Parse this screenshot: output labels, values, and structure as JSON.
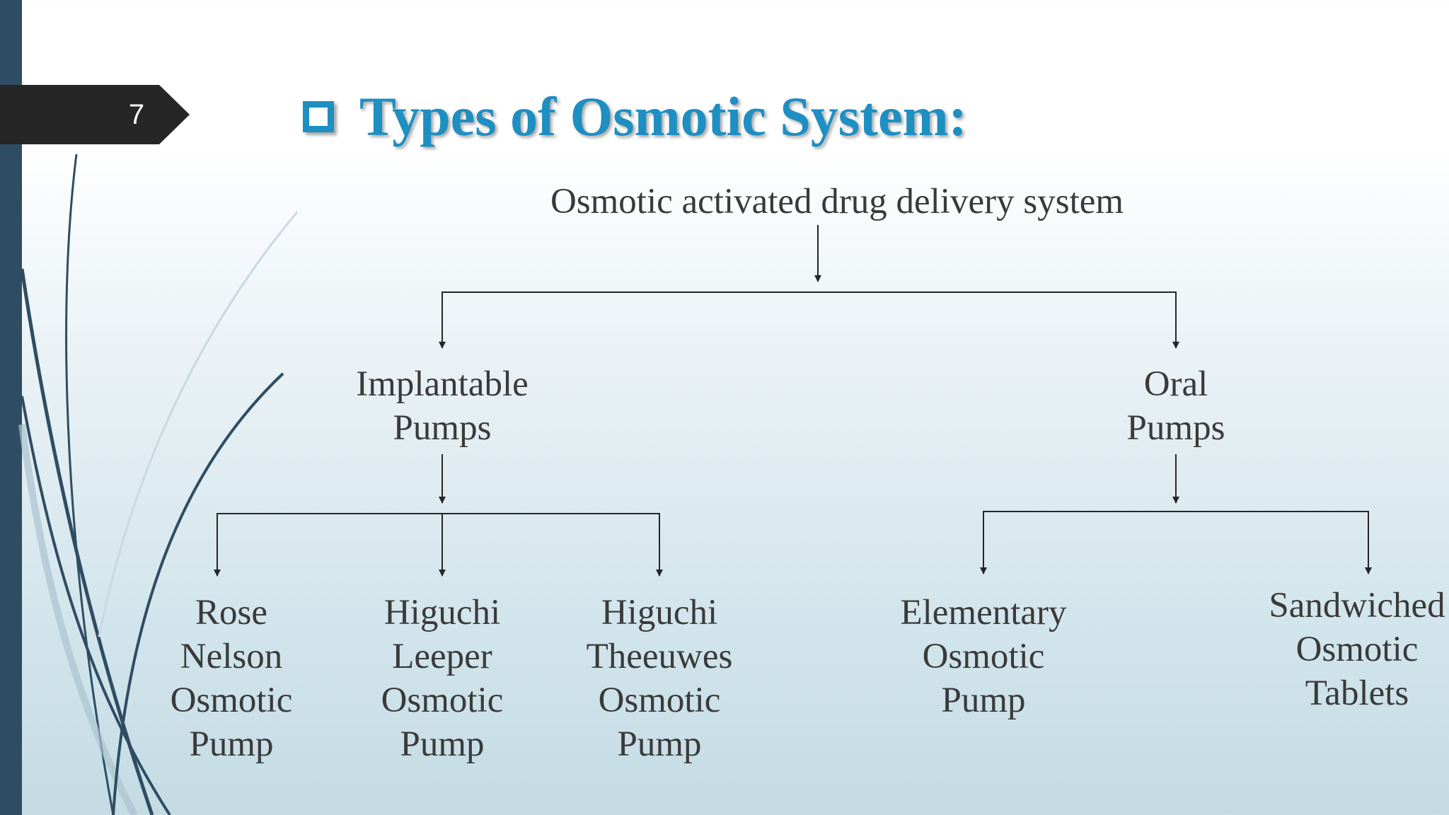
{
  "slide": {
    "number": "7",
    "title": "Types of Osmotic System:",
    "title_color": "#1d8fc2",
    "accent_dark": "#2e4d63"
  },
  "diagram": {
    "root": "Osmotic activated drug delivery system",
    "level1": [
      {
        "lines": [
          "Implantable",
          "Pumps"
        ]
      },
      {
        "lines": [
          "Oral",
          "Pumps"
        ]
      }
    ],
    "implantable_children": [
      {
        "lines": [
          "Rose",
          "Nelson",
          "Osmotic",
          "Pump"
        ]
      },
      {
        "lines": [
          "Higuchi",
          "Leeper",
          "Osmotic",
          "Pump"
        ]
      },
      {
        "lines": [
          "Higuchi",
          "Theeuwes",
          "Osmotic",
          "Pump"
        ]
      }
    ],
    "oral_children": [
      {
        "lines": [
          "Elementary",
          "Osmotic",
          "Pump"
        ]
      },
      {
        "lines": [
          "Sandwiched",
          "Osmotic",
          "Tablets"
        ]
      }
    ]
  }
}
